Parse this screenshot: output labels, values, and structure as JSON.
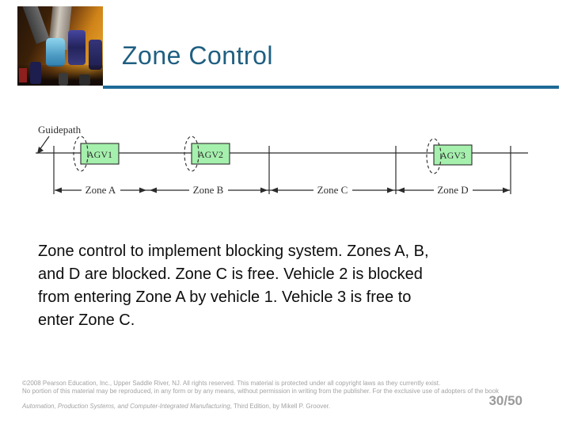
{
  "header": {
    "title": "Zone Control"
  },
  "diagram": {
    "guidepath_label": "Guidepath",
    "vehicles": [
      {
        "label": "AGV1",
        "zone": "Zone A"
      },
      {
        "label": "AGV2",
        "zone": "Zone B"
      },
      {
        "label": "AGV3",
        "zone": "Zone D"
      }
    ],
    "zones": [
      {
        "label": "Zone A",
        "status": "blocked"
      },
      {
        "label": "Zone B",
        "status": "blocked"
      },
      {
        "label": "Zone C",
        "status": "free"
      },
      {
        "label": "Zone D",
        "status": "blocked"
      }
    ],
    "colors": {
      "vehicle_fill": "#a5f0ad",
      "line": "#2b2b2b"
    }
  },
  "body": {
    "lines": [
      "Zone control to implement blocking system. Zones A, B,",
      "and D are blocked. Zone C is free. Vehicle 2 is blocked",
      "from entering Zone A by vehicle 1. Vehicle 3 is free to",
      "enter Zone C."
    ]
  },
  "footer": {
    "copyright_line1": "©2008 Pearson Education, Inc., Upper Saddle River, NJ.  All rights reserved.  This material is protected under all copyright laws as they currently exist.",
    "copyright_line2": "No portion of this material may be reproduced, in any form or by any means, without permission in writing from the publisher.  For the exclusive use of adopters of the book",
    "book_title": "Automation, Production Systems, and Computer-Integrated Manufacturing",
    "book_suffix": ", Third Edition, by Mikell P. Groover.",
    "page_number": "30/50"
  },
  "colors": {
    "accent_title": "#1f5f81",
    "accent_rule": "#1e6a96"
  }
}
